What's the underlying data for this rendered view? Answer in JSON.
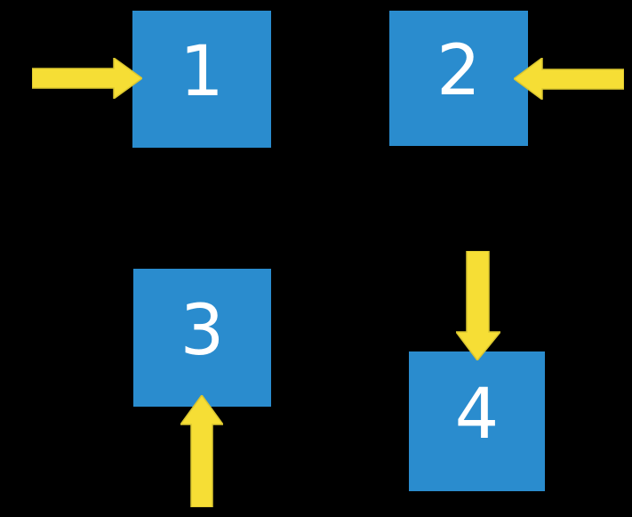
{
  "canvas": {
    "background_color": "#000000"
  },
  "colors": {
    "box_fill": "#2a8cce",
    "arrow_fill": "#f6de35",
    "arrow_stroke": "#d9c52f",
    "number_color": "#ffffff"
  },
  "boxes": [
    {
      "label": "1",
      "arrow_direction": "right",
      "arrow_enters_from": "left"
    },
    {
      "label": "2",
      "arrow_direction": "left",
      "arrow_enters_from": "right"
    },
    {
      "label": "3",
      "arrow_direction": "up",
      "arrow_enters_from": "bottom"
    },
    {
      "label": "4",
      "arrow_direction": "down",
      "arrow_enters_from": "top"
    }
  ]
}
